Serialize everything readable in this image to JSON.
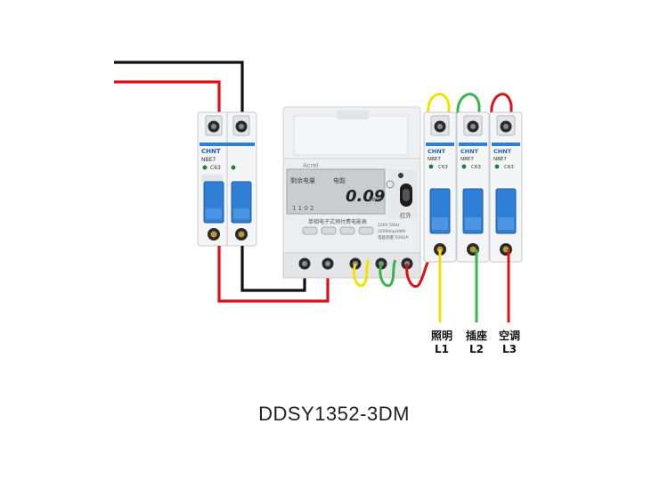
{
  "colors": {
    "live": "#d8141a",
    "neutral": "#111111",
    "yellow": "#f2e200",
    "green": "#38b54a",
    "breaker_blue": "#2f7fd6",
    "device_body": "#eceeef",
    "lcd": "#c9cdcf"
  },
  "main_breaker": {
    "brand": "CHNT",
    "model": "NBE7",
    "rating": "C63"
  },
  "meter": {
    "brand": "Acrel",
    "lcd_top_left": "剩余电量",
    "lcd_top_right": "电能",
    "lcd_value": "0.09",
    "lcd_unit": "kWh",
    "lcd_bottom": "1 1 0 2",
    "label": "单相电子式预付费电能表",
    "status_label": "红外",
    "specs_line1": "220V 50Hz",
    "specs_line2": "3200imp/kWh",
    "specs_line3": "电能测量 5(60)A"
  },
  "branch_breakers": [
    {
      "brand": "CHNT",
      "model": "NBE7",
      "rating": "C63",
      "wire_color": "yellow"
    },
    {
      "brand": "CHNT",
      "model": "NBE7",
      "rating": "C63",
      "wire_color": "green"
    },
    {
      "brand": "CHNT",
      "model": "NBE7",
      "rating": "C63",
      "wire_color": "live"
    }
  ],
  "loads": [
    {
      "name": "照明",
      "line": "L1"
    },
    {
      "name": "插座",
      "line": "L2"
    },
    {
      "name": "空调",
      "line": "L3"
    }
  ],
  "caption": "DDSY1352-3DM"
}
